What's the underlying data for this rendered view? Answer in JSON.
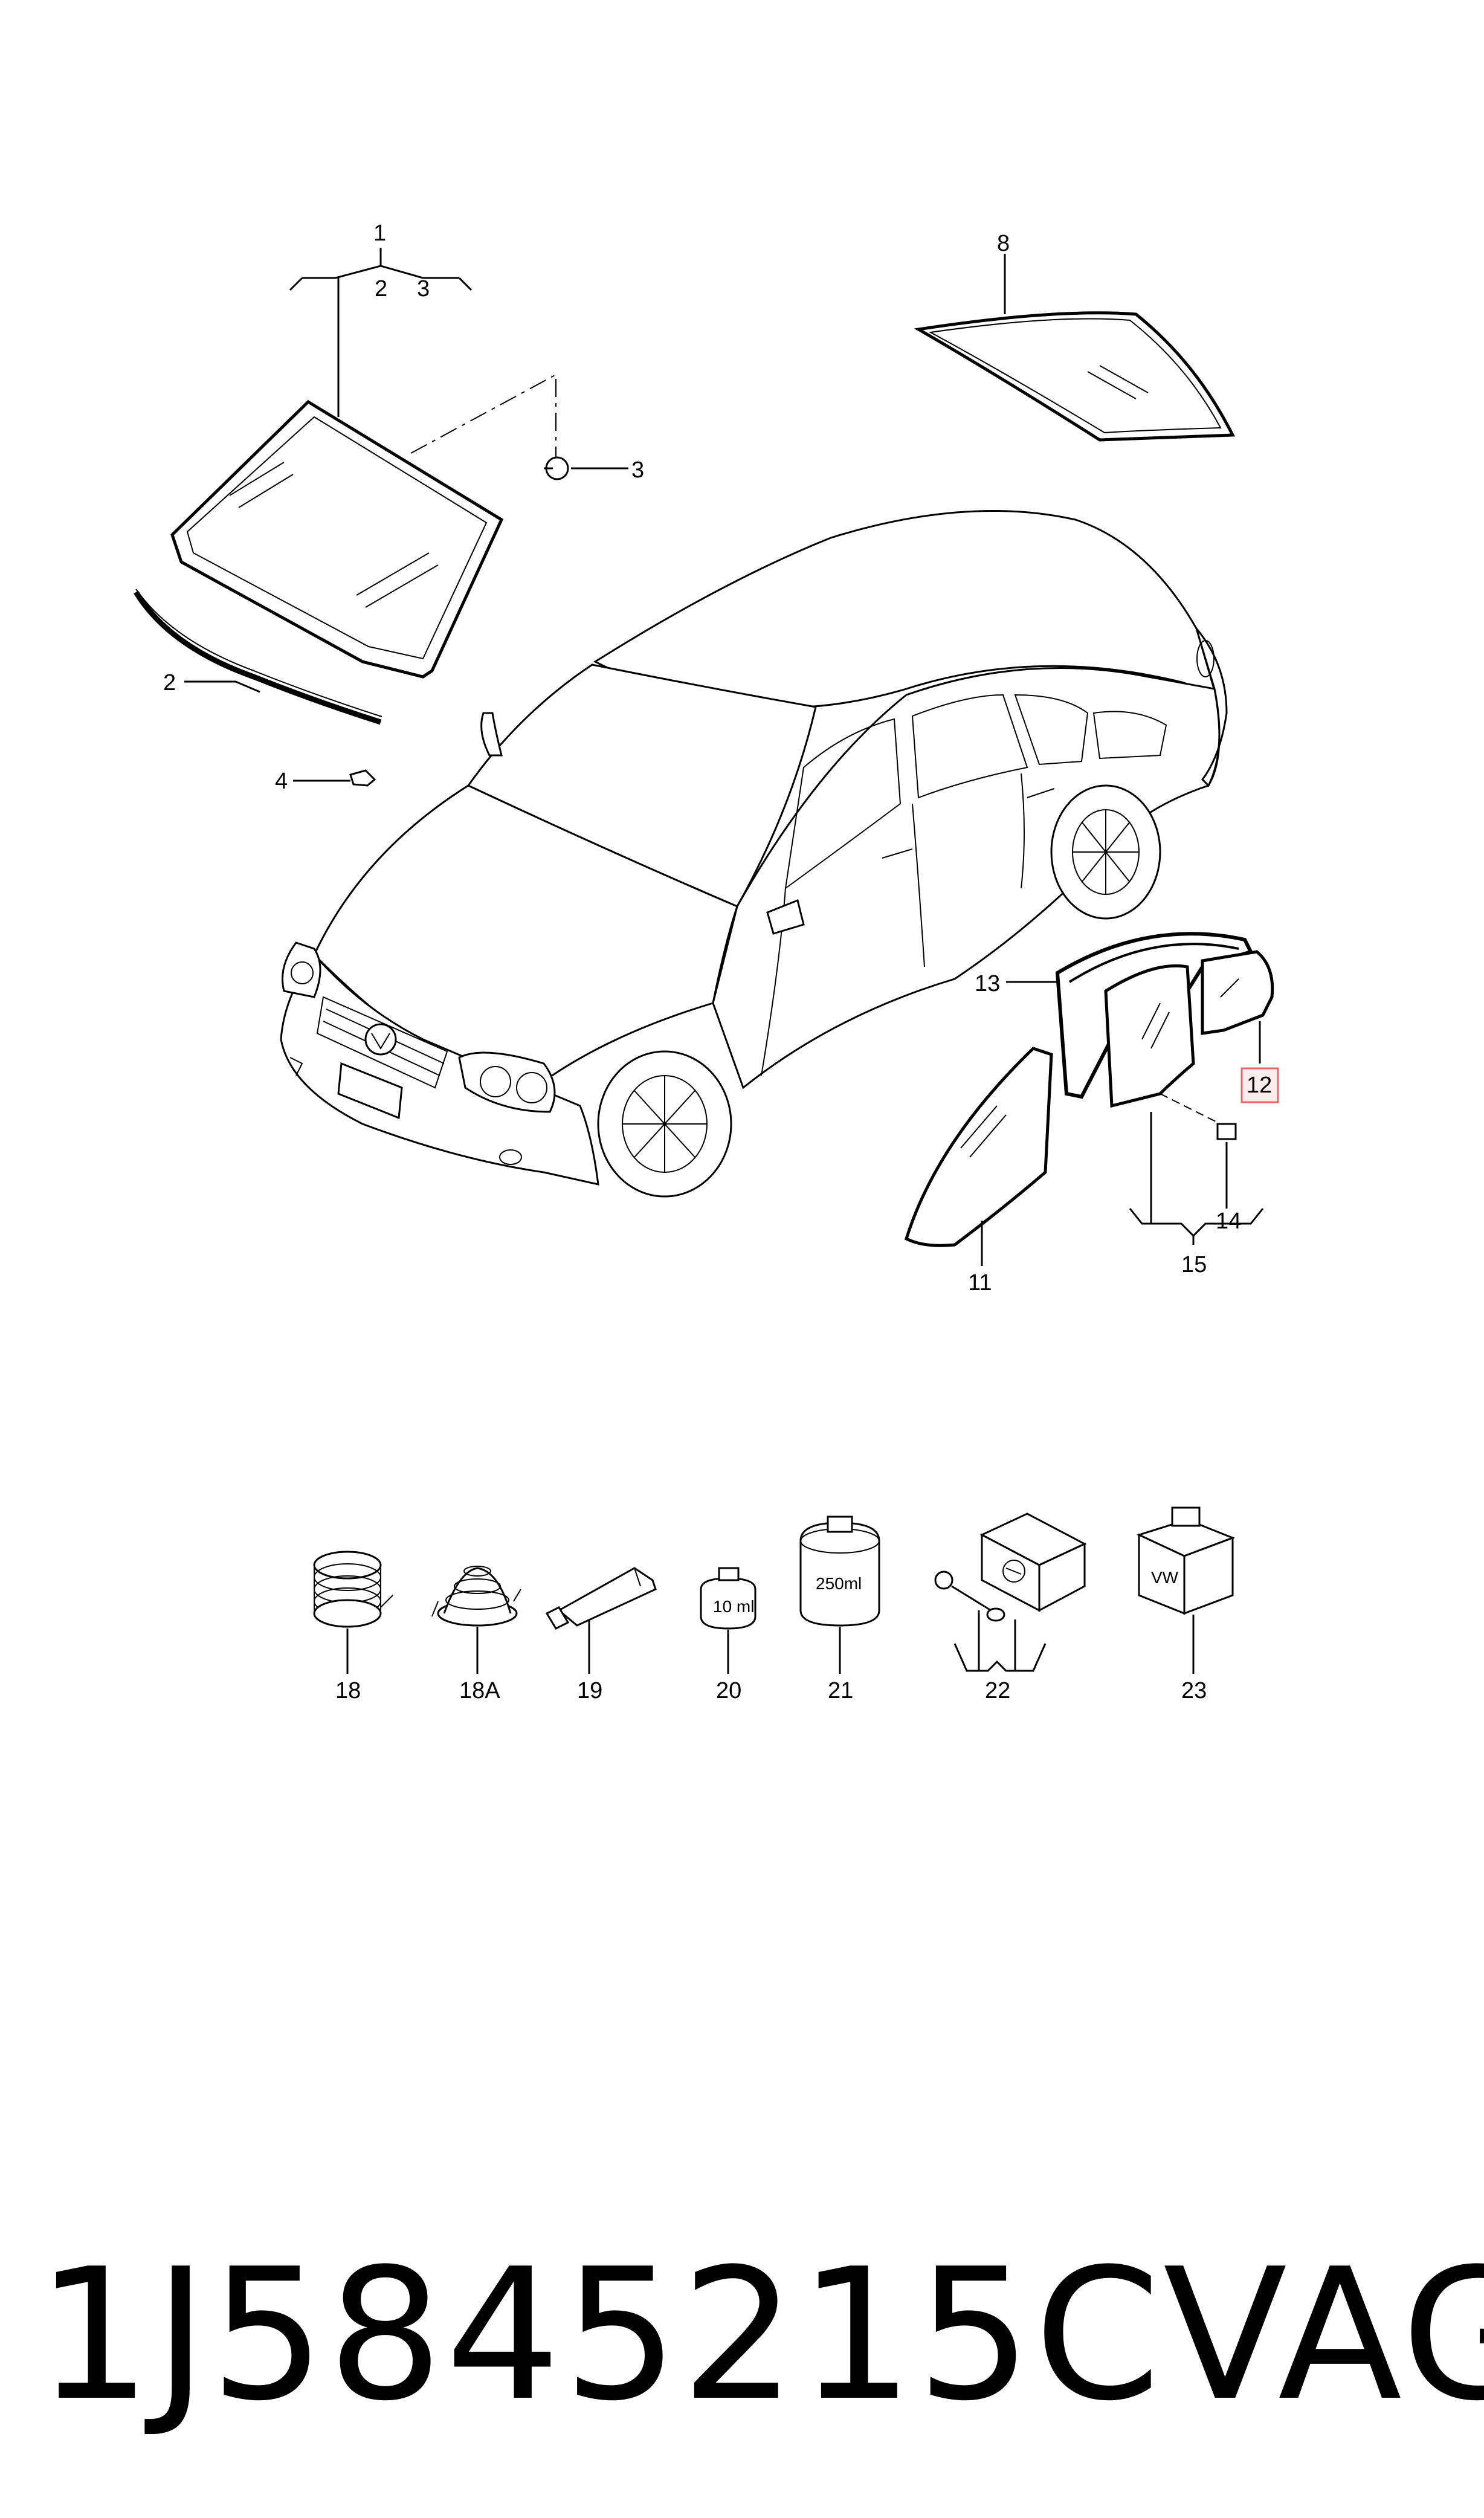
{
  "callouts": [
    {
      "id": "c1",
      "label": "1"
    },
    {
      "id": "c1-2",
      "label": "2"
    },
    {
      "id": "c1-3",
      "label": "3"
    },
    {
      "id": "c2",
      "label": "2"
    },
    {
      "id": "c3",
      "label": "3"
    },
    {
      "id": "c4",
      "label": "4"
    },
    {
      "id": "c8",
      "label": "8"
    },
    {
      "id": "c11",
      "label": "11"
    },
    {
      "id": "c12",
      "label": "12"
    },
    {
      "id": "c13",
      "label": "13"
    },
    {
      "id": "c14",
      "label": "14"
    },
    {
      "id": "c15",
      "label": "15"
    },
    {
      "id": "c18",
      "label": "18"
    },
    {
      "id": "c18a",
      "label": "18A"
    },
    {
      "id": "c19",
      "label": "19"
    },
    {
      "id": "c20",
      "label": "20"
    },
    {
      "id": "c21",
      "label": "21"
    },
    {
      "id": "c22",
      "label": "22"
    },
    {
      "id": "c23",
      "label": "23"
    }
  ],
  "container_labels": {
    "bottle_20": "10 ml",
    "can_21": "250ml",
    "box_23": "VW"
  },
  "highlighted_callout": "13",
  "colors": {
    "highlight_fill": "#fdecec",
    "highlight_stroke": "#e06a6a",
    "ink": "#000000"
  },
  "footer": {
    "part_number": "1J5845215C",
    "brand": "VAG"
  }
}
